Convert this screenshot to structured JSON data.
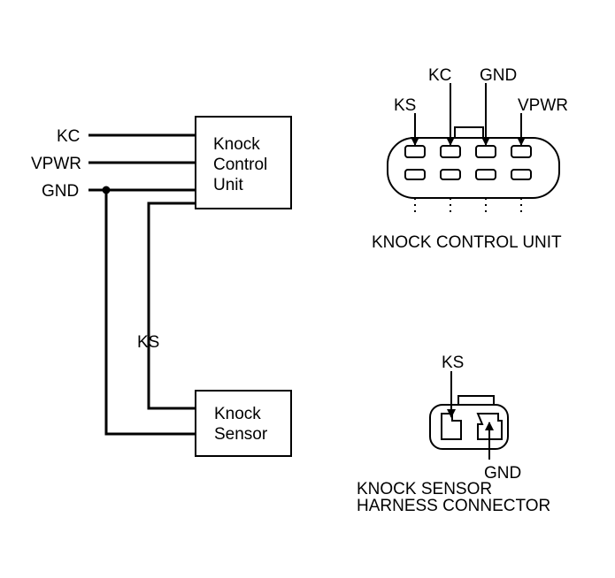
{
  "left_diagram": {
    "wire_labels": {
      "kc": "KC",
      "vpwr": "VPWR",
      "gnd": "GND",
      "ks": "KS"
    },
    "control_unit_box": {
      "line1": "Knock",
      "line2": "Control",
      "line3": "Unit"
    },
    "sensor_box": {
      "line1": "Knock",
      "line2": "Sensor"
    }
  },
  "control_unit_connector": {
    "pins": {
      "ks": "KS",
      "kc": "KC",
      "gnd": "GND",
      "vpwr": "VPWR"
    },
    "caption": "KNOCK CONTROL UNIT"
  },
  "sensor_connector": {
    "pins": {
      "ks": "KS",
      "gnd": "GND"
    },
    "caption_line1": "KNOCK SENSOR",
    "caption_line2": "HARNESS CONNECTOR"
  }
}
